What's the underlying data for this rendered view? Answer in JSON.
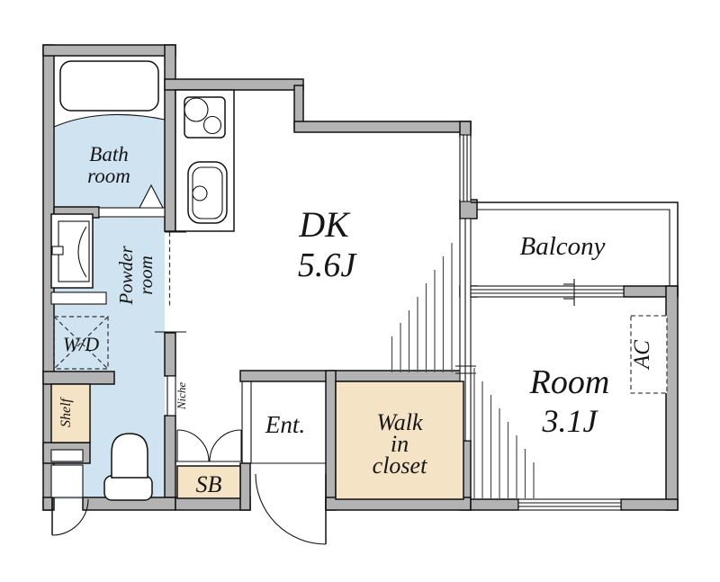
{
  "plan": {
    "type": "apartment-floor-plan",
    "colors": {
      "wall_fill": "#b3b3b3",
      "wet_area_fill": "#cfe3f1",
      "storage_fill": "#f4e3c4",
      "outline": "#111111"
    },
    "labels": {
      "bath": {
        "line1": "Bath",
        "line2": "room"
      },
      "powder": {
        "line1": "Powder",
        "line2": "room"
      },
      "washer_dryer": "W/D",
      "shelf": "Shelf",
      "niche": "Niche",
      "shoe_box": "SB",
      "entrance": "Ent.",
      "walk_in_closet": {
        "line1": "Walk",
        "line2": "in",
        "line3": "closet"
      },
      "dk": {
        "name": "DK",
        "size": "5.6J"
      },
      "balcony": "Balcony",
      "room": {
        "name": "Room",
        "size": "3.1J"
      },
      "ac": "AC"
    }
  }
}
